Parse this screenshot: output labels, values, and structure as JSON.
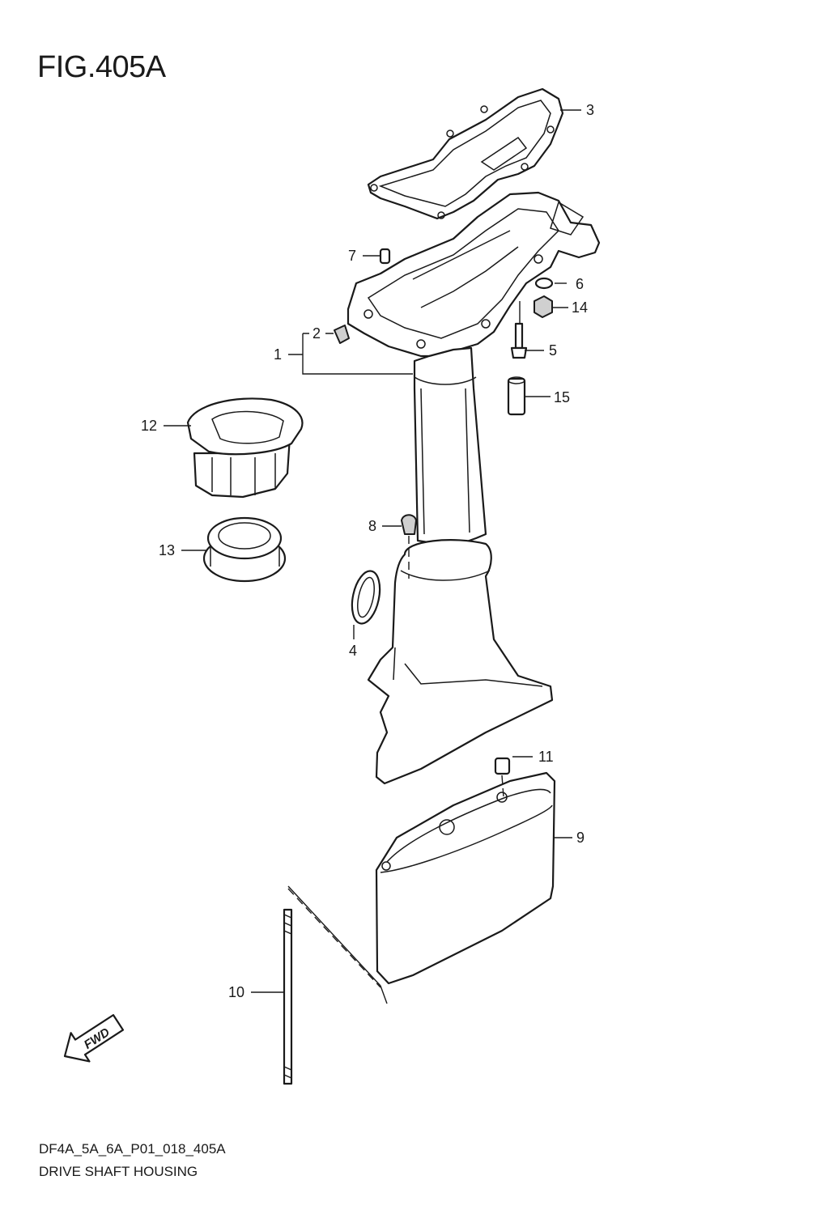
{
  "figure": {
    "title": "FIG.405A",
    "code": "DF4A_5A_6A_P01_018_405A",
    "name": "DRIVE SHAFT HOUSING"
  },
  "direction_arrow": {
    "label": "FWD"
  },
  "callouts": [
    "1",
    "2",
    "3",
    "4",
    "5",
    "6",
    "7",
    "8",
    "9",
    "10",
    "11",
    "12",
    "13",
    "14",
    "15"
  ]
}
